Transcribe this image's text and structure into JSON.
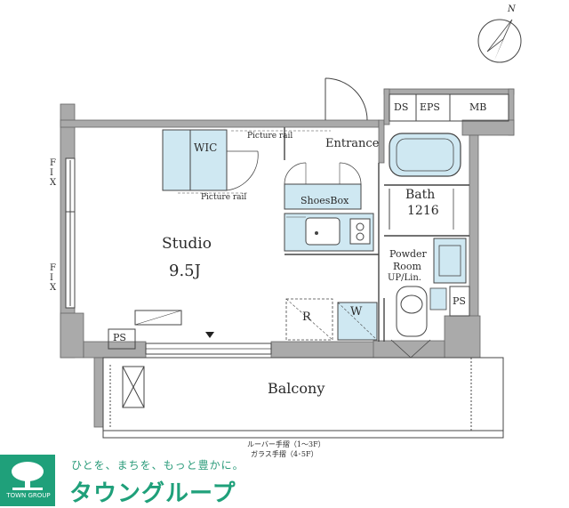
{
  "rooms": {
    "studio": "Studio",
    "studio_size": "9.5J",
    "wic": "WIC",
    "entrance": "Entrance",
    "shoes_box": "ShoesBox",
    "bath": "Bath",
    "bath_size": "1216",
    "powder_room_1": "Powder",
    "powder_room_2": "Room",
    "up_lin": "UP/Lin.",
    "refrigerator": "R",
    "washer": "W",
    "balcony": "Balcony"
  },
  "shafts": {
    "ds": "DS",
    "eps": "EPS",
    "mb": "MB",
    "ps_left": "PS",
    "ps_right": "PS"
  },
  "rails": {
    "top": "Picture rail",
    "bottom": "Picture rail"
  },
  "fix_labels": {
    "upper": "F\nI\nX",
    "lower": "F\nI\nX"
  },
  "balcony_notes": {
    "line1": "ルーバー手摺（1～3F）",
    "line2": "ガラス手摺（4･5F）"
  },
  "compass": {
    "north": "N"
  },
  "logo": {
    "company": "TOWN GROUP",
    "slogan": "ひとを、まちを、もっと豊かに。",
    "brand": "タウングループ"
  },
  "colors": {
    "fixture_blue": "#cfe8f2",
    "wall": "#a8a8a8",
    "brand_green": "#1fa07a"
  }
}
